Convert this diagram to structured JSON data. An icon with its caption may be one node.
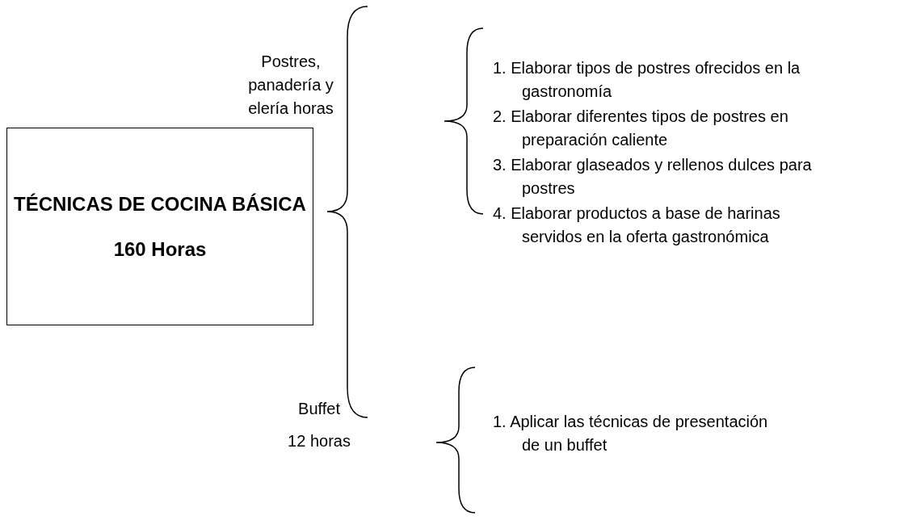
{
  "diagram": {
    "nodes": [
      {
        "text": [
          "TÉCNICAS DE COCINA BÁSICA",
          "160 Horas"
        ]
      }
    ],
    "labels": [
      "Postres, panadería y elería horas",
      "1. Elaborar tipos de postres ofrecidos en la gastronomía",
      "2. Elaborar diferentes tipos de postres en preparación caliente",
      "3. Elaborar glaseados y rellenos dulces para postres",
      "4. Elaborar productos a base de harinas servidos en la oferta gastronómica",
      "Buffet",
      "12 horas",
      "1. Aplicar las técnicas de presentación de un buffet"
    ]
  }
}
